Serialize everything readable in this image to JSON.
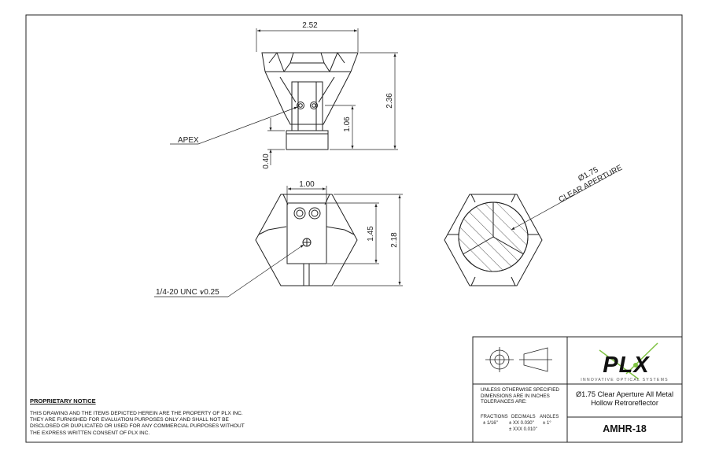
{
  "dimensions": {
    "overall_width": "2.52",
    "overall_height": "2.36",
    "apex_height": "1.06",
    "base_height": "0.40",
    "mount_width": "1.00",
    "mount_height": "1.45",
    "hex_height": "2.18"
  },
  "callouts": {
    "apex": "APEX",
    "thread": "1/4-20 UNC ⩛0.25",
    "aperture_dia": "Ø1.75",
    "aperture_label": "CLEAR APERTURE"
  },
  "notice": {
    "title": "PROPRIETARY NOTICE",
    "body": "THIS DRAWING AND THE ITEMS DEPICTED HEREIN ARE THE PROPERTY OF PLX INC. THEY ARE FURNISHED FOR EVALUATION PURPOSES ONLY AND SHALL NOT BE DISCLOSED OR DUPLICATED OR USED FOR ANY COMMERCIAL PURPOSES WITHOUT THE EXPRESS WRITTEN CONSENT OF PLX INC."
  },
  "title_block": {
    "tolerance_header": "UNLESS OTHERWISE SPECIFIED DIMENSIONS ARE IN INCHES TOLERANCES ARE:",
    "fractions_label": "FRACTIONS",
    "fractions_value": "± 1/16\"",
    "decimals_label": "DECIMALS",
    "decimals_xx": "± XX  0.030\"",
    "decimals_xxx": "± XXX 0.010\"",
    "angles_label": "ANGLES",
    "angles_value": "± 1°",
    "logo_text": "PLX",
    "logo_tagline": "INNOVATIVE OPTICAL SYSTEMS",
    "part_description": "Ø1.75 Clear Aperture All Metal Hollow Retroreflector",
    "part_number": "AMHR-18"
  },
  "colors": {
    "line": "#222222",
    "logo_green": "#7ec241",
    "logo_black": "#111111"
  }
}
